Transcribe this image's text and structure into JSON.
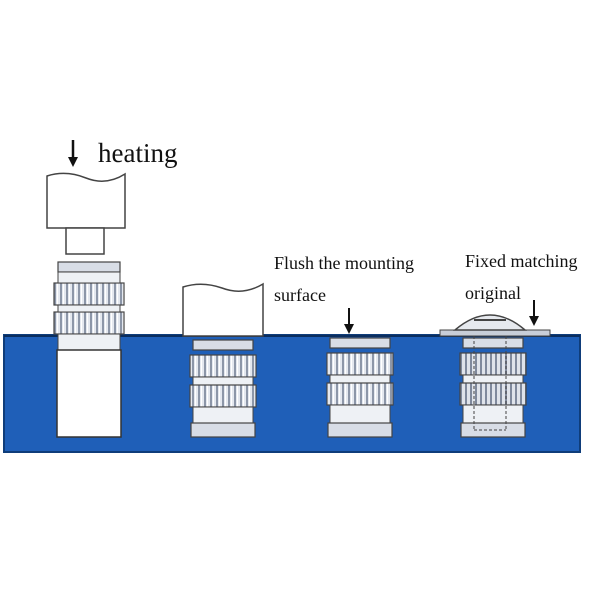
{
  "labels": {
    "heating": "heating",
    "flush_line1": "Flush the mounting",
    "flush_line2": "surface",
    "fixed_line1": "Fixed matching",
    "fixed_line2": "original"
  },
  "colors": {
    "plate": "#1f5fb8",
    "plate_edge": "#0f3d7a",
    "steel": "#d8dde6",
    "knurl_dark": "#8c96a8",
    "hole": "#ffffff"
  }
}
